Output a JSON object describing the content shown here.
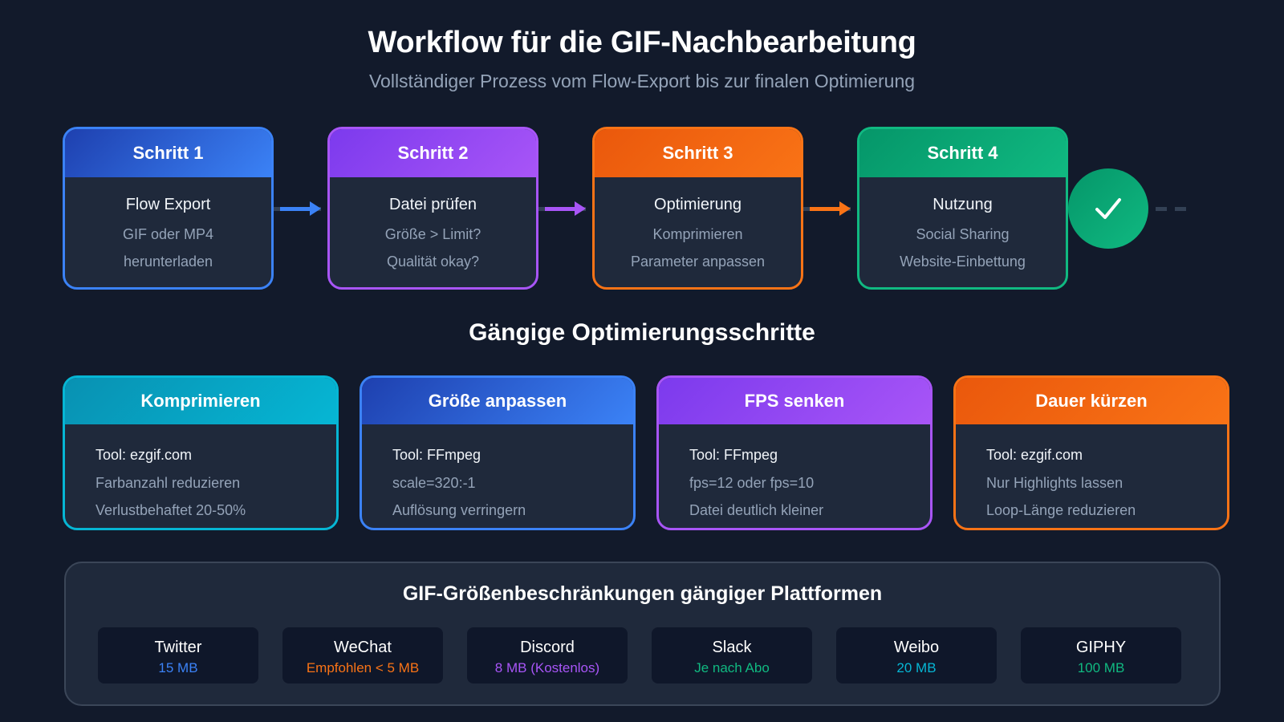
{
  "header": {
    "title": "Workflow für die GIF-Nachbearbeitung",
    "subtitle": "Vollständiger Prozess vom Flow-Export bis zur finalen Optimierung"
  },
  "steps": [
    {
      "label": "Schritt 1",
      "main": "Flow Export",
      "sub1": "GIF oder MP4",
      "sub2": "herunterladen",
      "color": "#3b82f6"
    },
    {
      "label": "Schritt 2",
      "main": "Datei prüfen",
      "sub1": "Größe > Limit?",
      "sub2": "Qualität okay?",
      "color": "#a855f7"
    },
    {
      "label": "Schritt 3",
      "main": "Optimierung",
      "sub1": "Komprimieren",
      "sub2": "Parameter anpassen",
      "color": "#f97316"
    },
    {
      "label": "Schritt 4",
      "main": "Nutzung",
      "sub1": "Social Sharing",
      "sub2": "Website-Einbettung",
      "color": "#10b981"
    }
  ],
  "completion": {
    "icon": "check-icon"
  },
  "optimization": {
    "title": "Gängige Optimierungsschritte",
    "cards": [
      {
        "title": "Komprimieren",
        "tool": "Tool: ezgif.com",
        "line1": "Farbanzahl reduzieren",
        "line2": "Verlustbehaftet 20-50%",
        "color": "#06b6d4"
      },
      {
        "title": "Größe anpassen",
        "tool": "Tool: FFmpeg",
        "line1": "scale=320:-1",
        "line2": "Auflösung verringern",
        "color": "#3b82f6"
      },
      {
        "title": "FPS senken",
        "tool": "Tool: FFmpeg",
        "line1": "fps=12 oder fps=10",
        "line2": "Datei deutlich kleiner",
        "color": "#a855f7"
      },
      {
        "title": "Dauer kürzen",
        "tool": "Tool: ezgif.com",
        "line1": "Nur Highlights lassen",
        "line2": "Loop-Länge reduzieren",
        "color": "#f97316"
      }
    ]
  },
  "platforms": {
    "title": "GIF-Größenbeschränkungen gängiger Plattformen",
    "items": [
      {
        "name": "Twitter",
        "limit": "15 MB",
        "color": "#3b82f6"
      },
      {
        "name": "WeChat",
        "limit": "Empfohlen < 5 MB",
        "color": "#f97316"
      },
      {
        "name": "Discord",
        "limit": "8 MB (Kostenlos)",
        "color": "#a855f7"
      },
      {
        "name": "Slack",
        "limit": "Je nach Abo",
        "color": "#10b981"
      },
      {
        "name": "Weibo",
        "limit": "20 MB",
        "color": "#06b6d4"
      },
      {
        "name": "GIPHY",
        "limit": "100 MB",
        "color": "#10b981"
      }
    ]
  }
}
